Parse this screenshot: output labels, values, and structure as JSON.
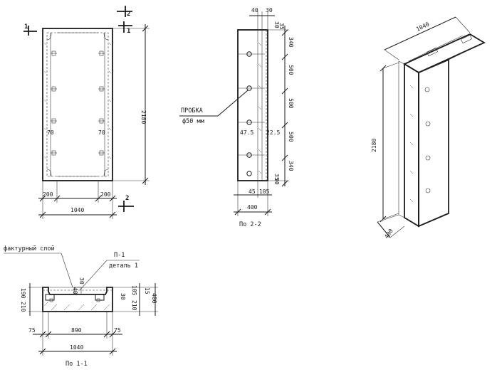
{
  "front_view": {
    "width_dim": "1040",
    "height_dim": "2180",
    "edge_left_dim": "200",
    "edge_right_dim": "200",
    "inner_left_dim": "70",
    "inner_right_dim": "70",
    "section_mark_top_left": "1",
    "section_mark_top_right": "1",
    "section_mark_bottom_right": "2",
    "section_mark_top_right_2": "2"
  },
  "side_view": {
    "top_dim_left": "40",
    "top_dim_right": "30",
    "vertical_dims": [
      "35",
      "340",
      "500",
      "500",
      "500",
      "340",
      "35"
    ],
    "right_dim_top": "30",
    "right_dim_bottom": "30",
    "inner_left_dim": "47.5",
    "inner_right_dim": "22.5",
    "bottom_dim_left": "45",
    "bottom_dim_right": "105",
    "bottom_width_dim": "400",
    "probka_label": "ПРОБКА",
    "probka_size": "ф50 мм",
    "section_caption": "По 2-2"
  },
  "section_1_1": {
    "facing_label": "фактурный слой",
    "part_label": "П-1",
    "detail_label": "деталь 1",
    "dim_top_30": "30",
    "dim_left_190": "190",
    "dim_left_210": "210",
    "dim_40": "40",
    "dim_105": "105",
    "dim_210": "210",
    "dim_15": "15",
    "dim_right_400": "400",
    "dim_30": "30",
    "dim_75_left": "75",
    "dim_890": "890",
    "dim_75_right": "75",
    "dim_1040": "1040",
    "caption": "По 1-1"
  },
  "iso_view": {
    "top_dim": "1040",
    "height_dim": "2180",
    "depth_dim": "400"
  }
}
